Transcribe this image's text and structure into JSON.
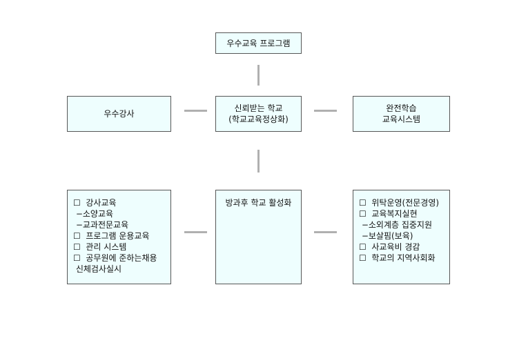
{
  "top": {
    "label": "우수교육 프로그램"
  },
  "middle_row": {
    "left": {
      "label": "우수강사"
    },
    "center": {
      "line1": "신뢰받는 학교",
      "line2": "(학교교육정상화)"
    },
    "right": {
      "line1": "완전학습",
      "line2": "교육시스템"
    }
  },
  "bottom_row": {
    "left": {
      "items": [
        "☐  강사교육",
        " −소양교육",
        " −교과전문교육",
        "☐  프로그램 운용교육",
        "☐  관리 시스템",
        "☐  공무원에 준하는채용",
        " 신체검사실시"
      ]
    },
    "center": {
      "label": "방과후 학교 활성화"
    },
    "right": {
      "items": [
        "☐  위탁운영(전문경영)",
        "☐  교육복지실현",
        " −소외계층 집중지원",
        " −보살핌(보육)",
        "☐  사교육비 경감",
        "☐  학교의 지역사회화"
      ]
    }
  }
}
